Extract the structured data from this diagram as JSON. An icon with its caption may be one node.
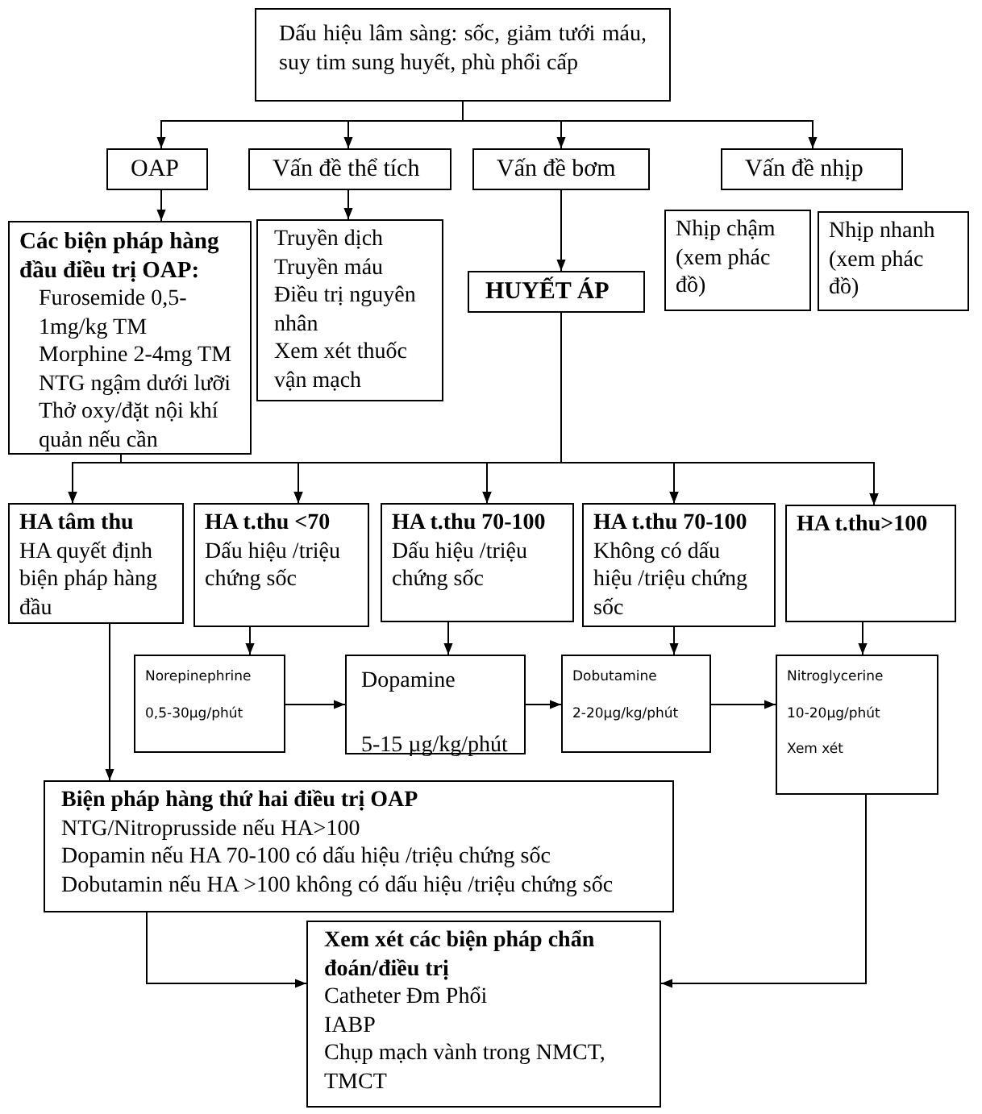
{
  "diagram": {
    "nodes": [
      {
        "text": [
          "Dấu hiệu lâm sàng: sốc, giảm tưới máu, suy tim sung huyết, phù phổi cấp"
        ]
      },
      {
        "text": [
          "OAP"
        ]
      },
      {
        "text": [
          "Vấn đề thể tích"
        ]
      },
      {
        "text": [
          "Vấn đề bơm"
        ]
      },
      {
        "text": [
          "Vấn đề nhịp"
        ]
      },
      {
        "text": [
          "Các biện pháp hàng đầu điều trị OAP:",
          "Furosemide 0,5-1mg/kg TM",
          "Morphine 2-4mg TM",
          "NTG ngậm dưới lưỡi",
          "Thở oxy/đặt nội khí quản nếu cần"
        ]
      },
      {
        "text": [
          "Truyền dịch",
          "Truyền máu",
          "Điều trị nguyên nhân",
          "Xem xét thuốc vận mạch"
        ]
      },
      {
        "text": [
          "Nhịp chậm (xem phác đồ)"
        ]
      },
      {
        "text": [
          "Nhịp nhanh (xem phác đồ)"
        ]
      },
      {
        "text": [
          "HUYẾT ÁP"
        ]
      },
      {
        "text": [
          "HA tâm thu",
          "HA quyết định biện pháp hàng đầu"
        ]
      },
      {
        "text": [
          "HA t.thu <70",
          "Dấu hiệu /triệu chứng sốc"
        ]
      },
      {
        "text": [
          "HA t.thu 70-100",
          "Dấu hiệu /triệu chứng sốc"
        ]
      },
      {
        "text": [
          "HA t.thu 70-100",
          "Không có dấu hiệu /triệu chứng sốc"
        ]
      },
      {
        "text": [
          "HA t.thu>100"
        ]
      },
      {
        "text": [
          "Norepinephrine",
          "0,5-30µg/phút"
        ]
      },
      {
        "text": [
          "Dopamine",
          "5-15 µg/kg/phút"
        ]
      },
      {
        "text": [
          "Dobutamine",
          "2-20µg/kg/phút"
        ]
      },
      {
        "text": [
          "Nitroglycerine",
          "10-20µg/phút",
          "Xem xét"
        ]
      },
      {
        "text": [
          "Biện pháp hàng thứ hai điều trị OAP",
          "NTG/Nitroprusside nếu HA>100",
          "Dopamin nếu HA 70-100 có dấu hiệu /triệu chứng sốc",
          "Dobutamin nếu HA >100 không có dấu hiệu /triệu chứng sốc"
        ]
      },
      {
        "text": [
          "Xem xét các biện pháp chẩn đoán/điều trị",
          "Catheter Đm Phổi",
          "IABP",
          "Chụp mạch vành trong NMCT, TMCT"
        ]
      }
    ],
    "edges": [
      {
        "from": 0,
        "to": 1,
        "arrow": "to"
      },
      {
        "from": 0,
        "to": 2,
        "arrow": "to"
      },
      {
        "from": 0,
        "to": 3,
        "arrow": "to"
      },
      {
        "from": 0,
        "to": 4,
        "arrow": "to"
      },
      {
        "from": 1,
        "to": 5,
        "arrow": "to"
      },
      {
        "from": 2,
        "to": 6,
        "arrow": "to"
      },
      {
        "from": 3,
        "to": 9,
        "arrow": "to"
      },
      {
        "from": 9,
        "to": 10,
        "arrow": "to"
      },
      {
        "from": 9,
        "to": 11,
        "arrow": "to"
      },
      {
        "from": 9,
        "to": 12,
        "arrow": "to"
      },
      {
        "from": 9,
        "to": 13,
        "arrow": "to"
      },
      {
        "from": 9,
        "to": 14,
        "arrow": "to"
      },
      {
        "from": 5,
        "to": 10,
        "arrow": "to"
      },
      {
        "from": 5,
        "to": 11,
        "arrow": "to"
      },
      {
        "from": 5,
        "to": 12,
        "arrow": "to"
      },
      {
        "from": 5,
        "to": 13,
        "arrow": "to"
      },
      {
        "from": 5,
        "to": 14,
        "arrow": "to"
      },
      {
        "from": 11,
        "to": 15,
        "arrow": "to"
      },
      {
        "from": 12,
        "to": 16,
        "arrow": "to"
      },
      {
        "from": 13,
        "to": 17,
        "arrow": "to"
      },
      {
        "from": 14,
        "to": 18,
        "arrow": "to"
      },
      {
        "from": 15,
        "to": 16,
        "arrow": "to"
      },
      {
        "from": 16,
        "to": 17,
        "arrow": "to"
      },
      {
        "from": 17,
        "to": 18,
        "arrow": "to"
      },
      {
        "from": 10,
        "to": 19,
        "arrow": "to"
      },
      {
        "from": 19,
        "to": 20,
        "arrow": "to"
      },
      {
        "from": 18,
        "to": 20,
        "arrow": "to"
      }
    ]
  }
}
